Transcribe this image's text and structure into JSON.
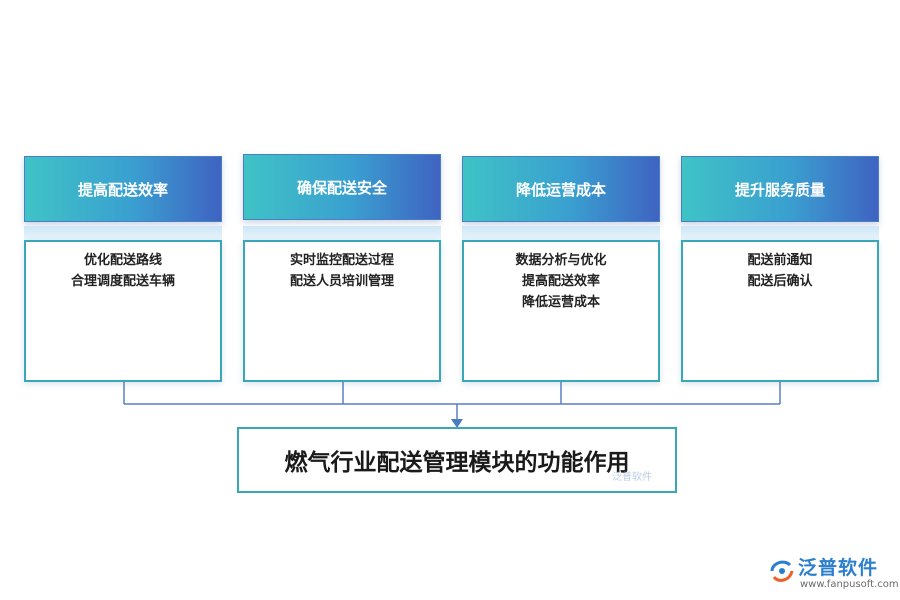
{
  "columns": [
    {
      "title": "提高配送效率",
      "items": [
        "优化配送路线",
        "合理调度配送车辆"
      ]
    },
    {
      "title": "确保配送安全",
      "items": [
        "实时监控配送过程",
        "配送人员培训管理"
      ]
    },
    {
      "title": "降低运营成本",
      "items": [
        "数据分析与优化",
        "提高配送效率",
        "降低运营成本"
      ]
    },
    {
      "title": "提升服务质量",
      "items": [
        "配送前通知",
        "配送后确认"
      ]
    }
  ],
  "main": {
    "title": "燃气行业配送管理模块的功能作用"
  },
  "watermark": {
    "small": "泛普软件"
  },
  "logo": {
    "name": "泛普软件",
    "url": "www.fanpusoft.com"
  },
  "colors": {
    "accent": "#3aa7b8",
    "connector": "#4a7cc4"
  }
}
